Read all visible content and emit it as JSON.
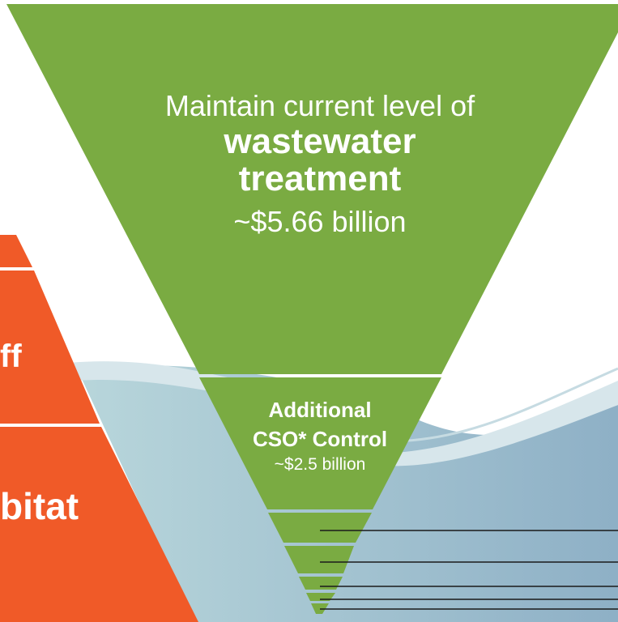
{
  "main_segment": {
    "line1": "Maintain current level of",
    "line2": "wastewater",
    "line3": "treatment",
    "cost": "~$5.66  billion"
  },
  "cso_segment": {
    "line1": "Additional",
    "line2": "CSO* Control",
    "cost": "~$2.5 billion"
  },
  "left_pyramid": {
    "fragment_1": "ff",
    "fragment_2": "bitat"
  },
  "colors": {
    "green": "#7aab42",
    "orange": "#f05a28",
    "water": "#9fbfca",
    "wave_light": "#d7e6eb",
    "line": "#1a1a1a"
  }
}
